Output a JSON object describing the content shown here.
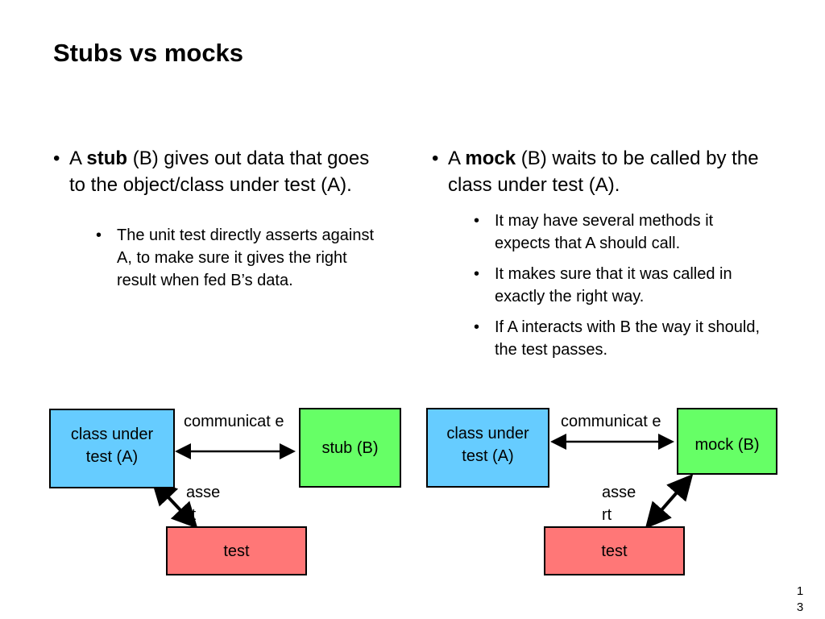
{
  "title": "Stubs vs mocks",
  "left": {
    "bullet_pre": "A ",
    "bullet_bold": "stub",
    "bullet_post": " (B) gives out data that goes  to the object/class under test (A).",
    "sub_bullets": [
      "The unit test directly asserts against A, to make sure it gives the  right result when fed B’s data."
    ],
    "diagram": {
      "class_box": "class under test (A)",
      "other_box": "stub (B)",
      "test_box": "test",
      "communicate_label": "communicat e",
      "assert_label": "asse rt"
    }
  },
  "right": {
    "bullet_pre": "A ",
    "bullet_bold": "mock",
    "bullet_post": " (B) waits to be called by  the class under test (A).",
    "sub_bullets": [
      "It may have several methods it  expects that A should call.",
      "It makes sure that it was called in  exactly the right way.",
      "If A interacts with B the way it  should, the test passes."
    ],
    "diagram": {
      "class_box": "class under test (A)",
      "other_box": "mock (B)",
      "test_box": "test",
      "communicate_label": "communicat e",
      "assert_label": "asse rt"
    }
  },
  "page_number": "1 3",
  "colors": {
    "class_box": "#66ccff",
    "stub_mock_box": "#66ff66",
    "test_box": "#ff7777"
  }
}
